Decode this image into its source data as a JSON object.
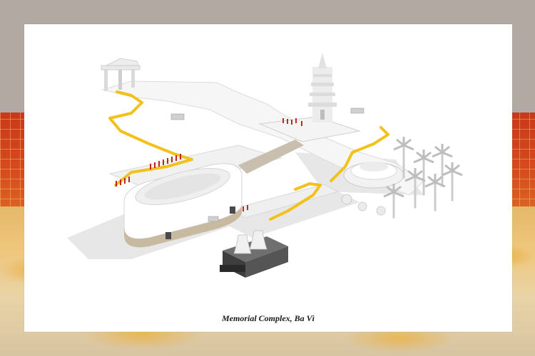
{
  "caption": "Memorial Complex, Ba Vì",
  "colors": {
    "path_yellow": "#f2c21b",
    "figures_red": "#c0281e",
    "ground": "#f4f4f4",
    "background_red": "#d54b1e",
    "background_sand": "#e9c276",
    "background_grey": "#b2aaa2"
  },
  "illustration": {
    "elements": [
      "entrance-gate",
      "pagoda-tower",
      "circular-museum",
      "power-plant",
      "palm-grove",
      "round-pavilion",
      "visitor-path"
    ]
  }
}
